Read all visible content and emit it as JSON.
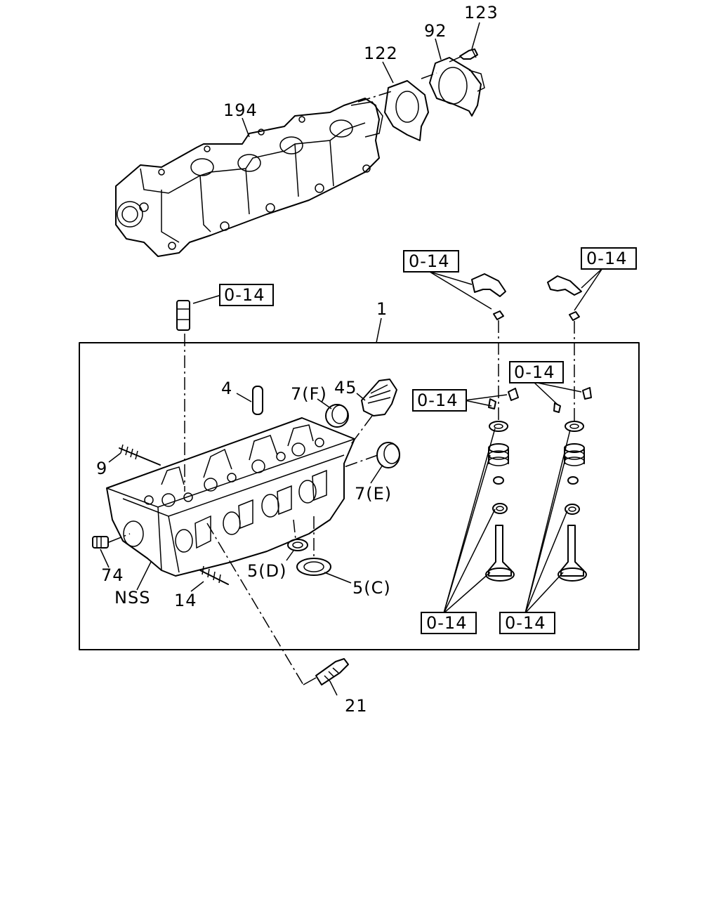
{
  "callouts": {
    "p123": "123",
    "p92": "92",
    "p122": "122",
    "p194": "194",
    "p1": "1",
    "p4": "4",
    "p7f": "7(F)",
    "p45": "45",
    "p9": "9",
    "p7e": "7(E)",
    "p74": "74",
    "nss": "NSS",
    "p14": "14",
    "p5d": "5(D)",
    "p5c": "5(C)",
    "p21": "21"
  },
  "refs": {
    "ref_lifter": "0-14",
    "ref_spring_top_left": "0-14",
    "ref_spring_top_right": "0-14",
    "ref_keeper_left": "0-14",
    "ref_keeper_right": "0-14",
    "ref_valve_left": "0-14",
    "ref_valve_right": "0-14"
  }
}
